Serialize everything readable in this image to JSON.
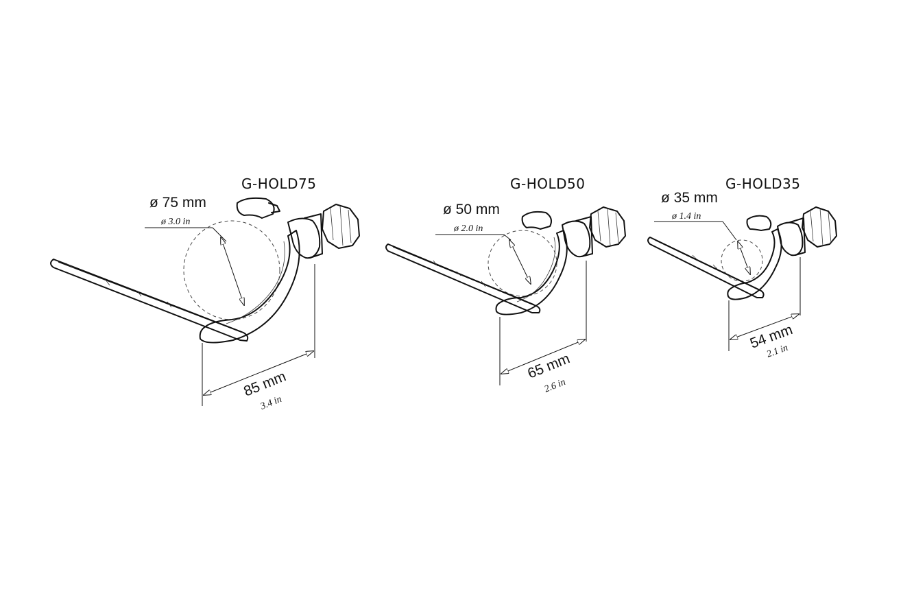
{
  "holders": [
    {
      "model": "G-HOLD75",
      "diameter_mm": "ø 75 mm",
      "diameter_in": "ø 3.0 in",
      "width_mm": "85 mm",
      "width_in": "3.4 in"
    },
    {
      "model": "G-HOLD50",
      "diameter_mm": "ø 50 mm",
      "diameter_in": "ø 2.0 in",
      "width_mm": "65 mm",
      "width_in": "2.6 in"
    },
    {
      "model": "G-HOLD35",
      "diameter_mm": "ø 35 mm",
      "diameter_in": "ø 1.4 in",
      "width_mm": "54 mm",
      "width_in": "2.1 in"
    }
  ]
}
